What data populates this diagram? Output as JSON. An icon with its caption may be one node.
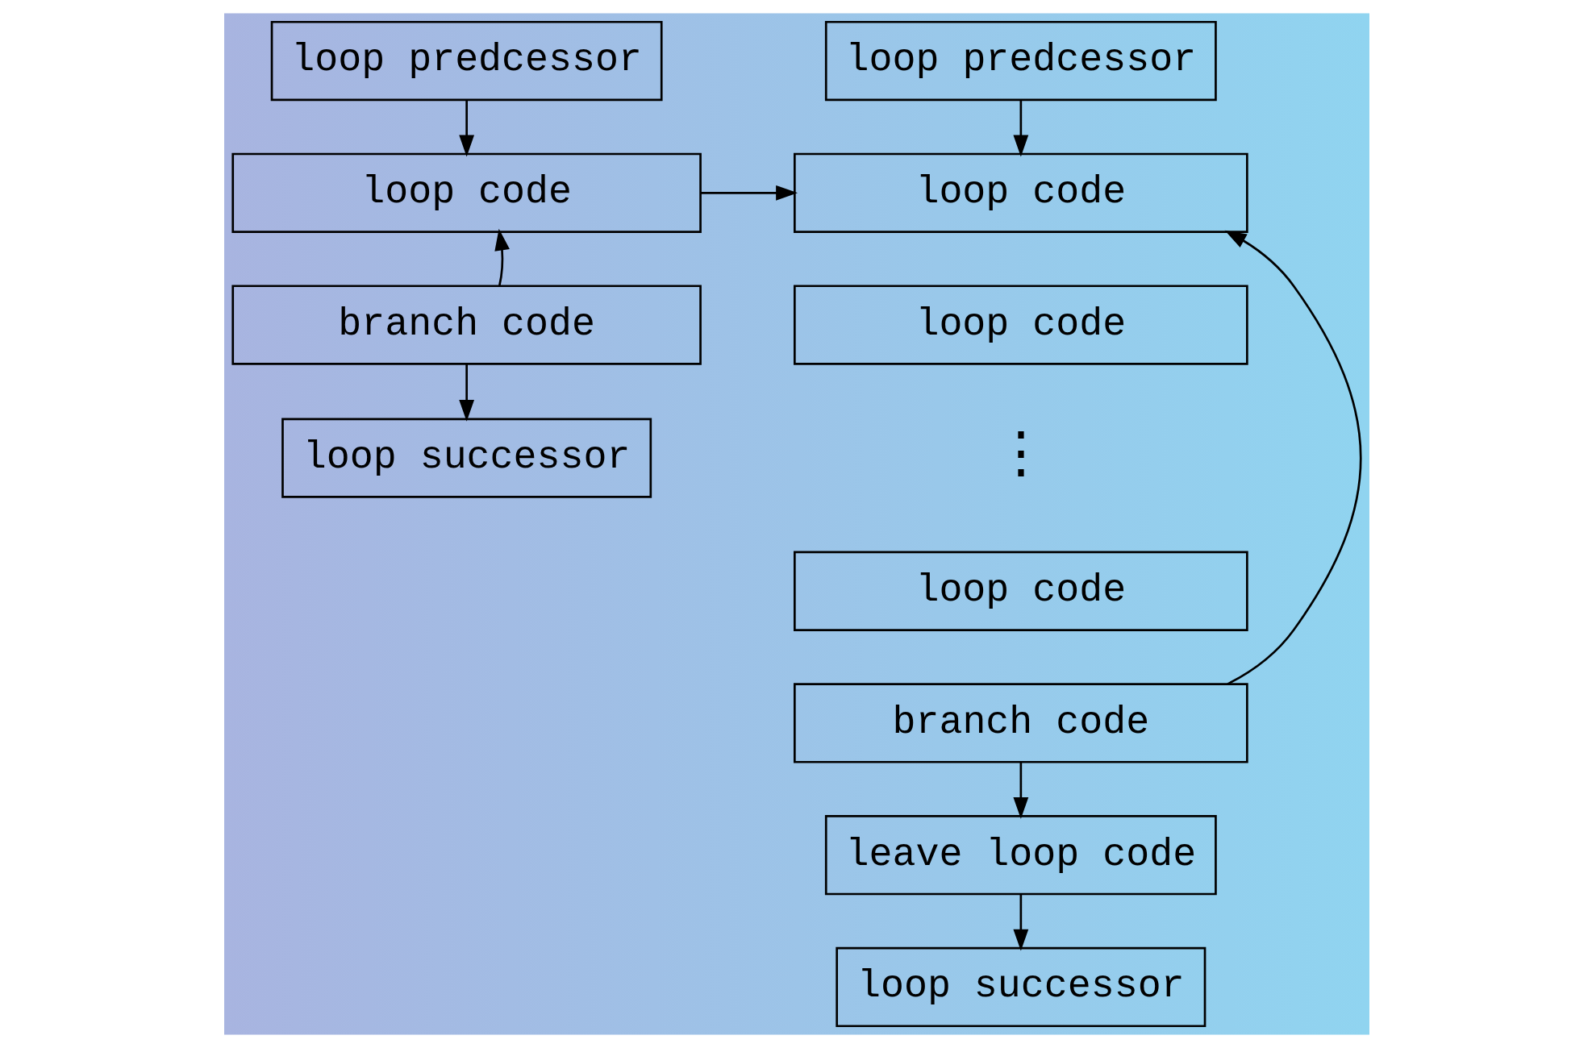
{
  "diagram": {
    "nodes": [
      {
        "text": [
          "loop predcessor"
        ]
      },
      {
        "text": [
          "loop code"
        ]
      },
      {
        "text": [
          "branch code"
        ]
      },
      {
        "text": [
          "loop successor"
        ]
      },
      {
        "text": [
          "loop predcessor"
        ]
      },
      {
        "text": [
          "loop code"
        ]
      },
      {
        "text": [
          "loop code"
        ]
      },
      {
        "text": [
          "loop code"
        ]
      },
      {
        "text": [
          "branch code"
        ]
      },
      {
        "text": [
          "leave loop code"
        ]
      },
      {
        "text": [
          "loop successor"
        ]
      }
    ],
    "edges": [
      {
        "from": 0,
        "to": 1,
        "arrow": "to"
      },
      {
        "from": 2,
        "to": 1,
        "arrow": "to"
      },
      {
        "from": 2,
        "to": 3,
        "arrow": "to"
      },
      {
        "from": 1,
        "to": 5,
        "arrow": "to"
      },
      {
        "from": 4,
        "to": 5,
        "arrow": "to"
      },
      {
        "from": 8,
        "to": 5,
        "arrow": "to"
      },
      {
        "from": 8,
        "to": 9,
        "arrow": "to"
      },
      {
        "from": 9,
        "to": 10,
        "arrow": "to"
      }
    ],
    "labels": [
      "⋮"
    ]
  }
}
